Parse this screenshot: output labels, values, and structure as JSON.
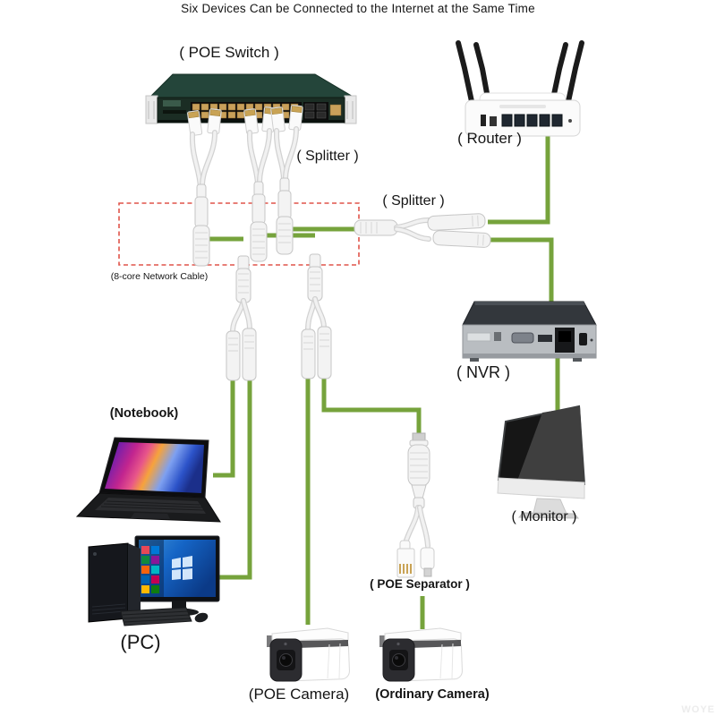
{
  "title": "Six Devices Can be Connected to the Internet at the Same Time",
  "watermark": "WOYE",
  "colors": {
    "cable_green": "#76a33c",
    "dashed_red": "#e0544a",
    "switch_green": "#24453a",
    "label_text": "#151515"
  },
  "labels": {
    "poe_switch": "( POE Switch )",
    "router": "( Router )",
    "splitter_top": "( Splitter )",
    "splitter_mid": "( Splitter )",
    "network_cable": "(8-core Network Cable)",
    "nvr": "( NVR )",
    "notebook": "(Notebook)",
    "monitor": "( Monitor )",
    "pc": "(PC)",
    "poe_separator": "( POE Separator )",
    "poe_camera": "(POE Camera)",
    "ordinary_camera": "(Ordinary Camera)"
  }
}
